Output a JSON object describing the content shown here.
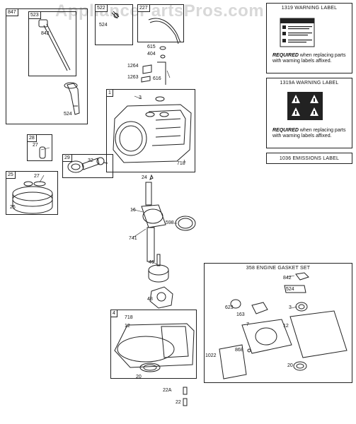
{
  "watermark": "AppliancePartsPros.com",
  "boxes": {
    "b847": "847",
    "b523": "523",
    "b522": "522",
    "b227": "227",
    "b1": "1",
    "b28": "28",
    "b29": "29",
    "b25": "25",
    "b4": "4"
  },
  "labels": {
    "l842a": "842",
    "l524a": "524",
    "l524b": "524",
    "l615": "615",
    "l404": "404",
    "l1264": "1264",
    "l1263": "1263",
    "l616": "616",
    "l3a": "3",
    "l718a": "718",
    "l27a": "27",
    "l32": "32",
    "l27b": "27",
    "l26": "26",
    "l24": "24",
    "l16": "16",
    "l598": "598",
    "l741": "741",
    "l46": "46",
    "l43": "43",
    "l718b": "718",
    "l12a": "12",
    "l20a": "20",
    "l22A": "22A",
    "l22": "22",
    "l842b": "842",
    "l524c": "524",
    "l623": "623",
    "l163": "163",
    "l3b": "3",
    "l7": "7",
    "l12b": "12",
    "l868": "868",
    "l1022": "1022",
    "l20b": "20"
  },
  "warning1": {
    "header": "1319 WARNING LABEL",
    "sign": "WARNING",
    "required": "REQUIRED",
    "text": " when replacing parts with warning labels affixed."
  },
  "warning2": {
    "header": "1319A WARNING LABEL",
    "required": "REQUIRED",
    "text": " when replacing parts with warning labels affixed."
  },
  "emissions": {
    "header": "1036 EMISSIONS LABEL"
  },
  "gasket": {
    "header": "358 ENGINE GASKET SET"
  }
}
